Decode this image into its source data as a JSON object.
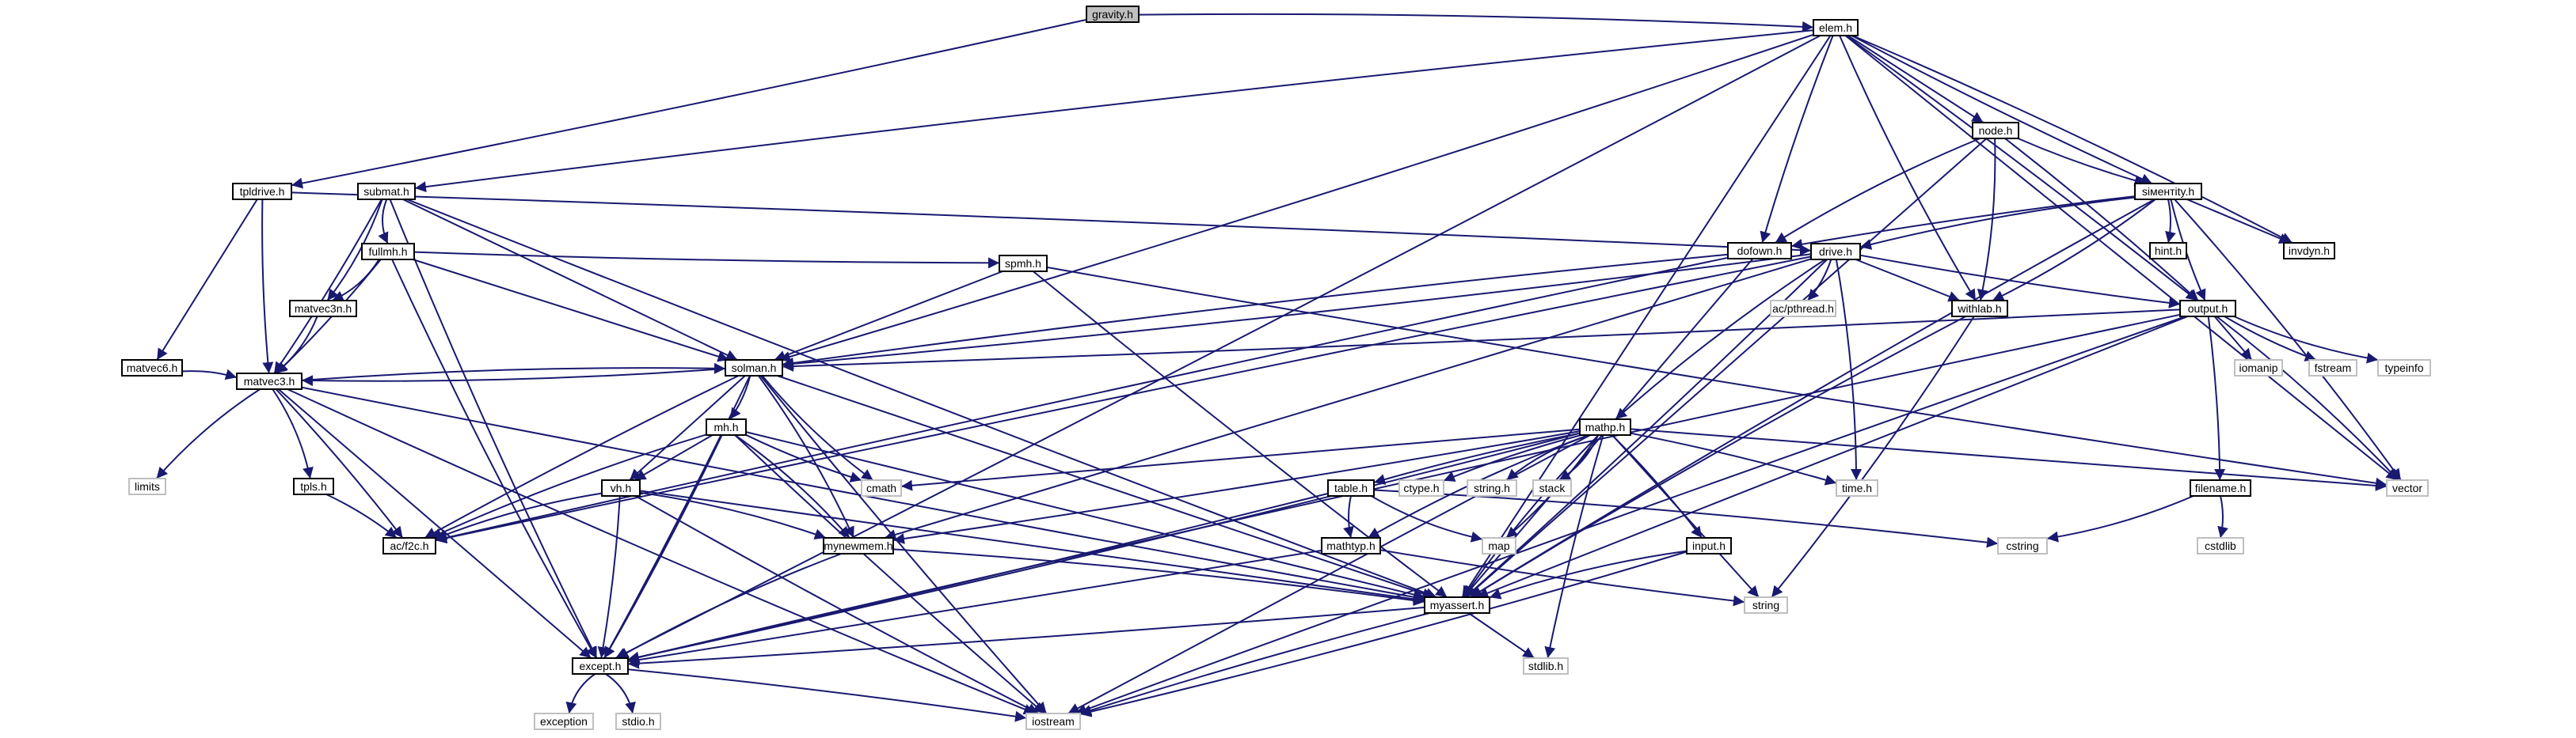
{
  "diagram": {
    "nodes": [
      {
        "id": "gravity_h",
        "label": "gravity.h",
        "kind": "root"
      },
      {
        "id": "elem_h",
        "label": "elem.h",
        "kind": "proj"
      },
      {
        "id": "node_h",
        "label": "node.h",
        "kind": "proj"
      },
      {
        "id": "siment_h",
        "label": "siментity.h",
        "kind": "proj"
      },
      {
        "id": "tpldrive_h",
        "label": "tpldrive.h",
        "kind": "proj"
      },
      {
        "id": "submat_h",
        "label": "submat.h",
        "kind": "proj"
      },
      {
        "id": "fullmh_h",
        "label": "fullmh.h",
        "kind": "proj"
      },
      {
        "id": "matvec3n_h",
        "label": "matvec3n.h",
        "kind": "proj"
      },
      {
        "id": "matvec6_h",
        "label": "matvec6.h",
        "kind": "proj"
      },
      {
        "id": "spmh_h",
        "label": "spmh.h",
        "kind": "proj"
      },
      {
        "id": "solman_h",
        "label": "solman.h",
        "kind": "proj"
      },
      {
        "id": "matvec3_h",
        "label": "matvec3.h",
        "kind": "proj"
      },
      {
        "id": "mh_h",
        "label": "mh.h",
        "kind": "proj"
      },
      {
        "id": "vh_h",
        "label": "vh.h",
        "kind": "proj"
      },
      {
        "id": "tpls_h",
        "label": "tpls.h",
        "kind": "proj"
      },
      {
        "id": "acf2c_h",
        "label": "ac/f2c.h",
        "kind": "proj"
      },
      {
        "id": "mynewmem_h",
        "label": "mynewmem.h",
        "kind": "proj"
      },
      {
        "id": "except_h",
        "label": "except.h",
        "kind": "proj"
      },
      {
        "id": "myassert_h",
        "label": "myassert.h",
        "kind": "proj"
      },
      {
        "id": "dofown_h",
        "label": "dofown.h",
        "kind": "proj"
      },
      {
        "id": "drive_h",
        "label": "drive.h",
        "kind": "proj"
      },
      {
        "id": "withlab_h",
        "label": "withlab.h",
        "kind": "proj"
      },
      {
        "id": "hint_h",
        "label": "hint.h",
        "kind": "proj"
      },
      {
        "id": "invdyn_h",
        "label": "invdyn.h",
        "kind": "proj"
      },
      {
        "id": "output_h",
        "label": "output.h",
        "kind": "proj"
      },
      {
        "id": "mathp_h",
        "label": "mathp.h",
        "kind": "proj"
      },
      {
        "id": "table_h",
        "label": "table.h",
        "kind": "proj"
      },
      {
        "id": "mathtyp_h",
        "label": "mathtyp.h",
        "kind": "proj"
      },
      {
        "id": "input_h",
        "label": "input.h",
        "kind": "proj"
      },
      {
        "id": "filename_h",
        "label": "filename.h",
        "kind": "proj"
      },
      {
        "id": "acpthread_h",
        "label": "ac/pthread.h",
        "kind": "sys"
      },
      {
        "id": "limits",
        "label": "limits",
        "kind": "sys"
      },
      {
        "id": "cmath",
        "label": "cmath",
        "kind": "sys"
      },
      {
        "id": "ctype_h",
        "label": "ctype.h",
        "kind": "sys"
      },
      {
        "id": "string_h",
        "label": "string.h",
        "kind": "sys"
      },
      {
        "id": "stack",
        "label": "stack",
        "kind": "sys"
      },
      {
        "id": "time_h",
        "label": "time.h",
        "kind": "sys"
      },
      {
        "id": "vector",
        "label": "vector",
        "kind": "sys"
      },
      {
        "id": "map",
        "label": "map",
        "kind": "sys"
      },
      {
        "id": "cstring",
        "label": "cstring",
        "kind": "sys"
      },
      {
        "id": "string",
        "label": "string",
        "kind": "sys"
      },
      {
        "id": "stdlib_h",
        "label": "stdlib.h",
        "kind": "sys"
      },
      {
        "id": "iomanip",
        "label": "iomanip",
        "kind": "sys"
      },
      {
        "id": "fstream",
        "label": "fstream",
        "kind": "sys"
      },
      {
        "id": "typeinfo",
        "label": "typeinfo",
        "kind": "sys"
      },
      {
        "id": "cstdlib",
        "label": "cstdlib",
        "kind": "sys"
      },
      {
        "id": "exception",
        "label": "exception",
        "kind": "sys"
      },
      {
        "id": "stdio_h",
        "label": "stdio.h",
        "kind": "sys"
      },
      {
        "id": "iostream",
        "label": "iostream",
        "kind": "sys"
      }
    ],
    "edges": [
      [
        "gravity_h",
        "elem_h"
      ],
      [
        "gravity_h",
        "tpldrive_h"
      ],
      [
        "elem_h",
        "node_h"
      ],
      [
        "elem_h",
        "siment_h"
      ],
      [
        "elem_h",
        "submat_h"
      ],
      [
        "elem_h",
        "solman_h"
      ],
      [
        "elem_h",
        "except_h"
      ],
      [
        "elem_h",
        "myassert_h"
      ],
      [
        "elem_h",
        "dofown_h"
      ],
      [
        "elem_h",
        "withlab_h"
      ],
      [
        "elem_h",
        "invdyn_h"
      ],
      [
        "elem_h",
        "output_h"
      ],
      [
        "elem_h",
        "vector"
      ],
      [
        "node_h",
        "siment_h"
      ],
      [
        "node_h",
        "dofown_h"
      ],
      [
        "node_h",
        "withlab_h"
      ],
      [
        "node_h",
        "output_h"
      ],
      [
        "node_h",
        "myassert_h"
      ],
      [
        "siment_h",
        "dofown_h"
      ],
      [
        "siment_h",
        "drive_h"
      ],
      [
        "siment_h",
        "withlab_h"
      ],
      [
        "siment_h",
        "hint_h"
      ],
      [
        "siment_h",
        "invdyn_h"
      ],
      [
        "siment_h",
        "output_h"
      ],
      [
        "siment_h",
        "myassert_h"
      ],
      [
        "siment_h",
        "vector"
      ],
      [
        "tpldrive_h",
        "drive_h"
      ],
      [
        "tpldrive_h",
        "matvec6_h"
      ],
      [
        "tpldrive_h",
        "matvec3_h"
      ],
      [
        "submat_h",
        "fullmh_h"
      ],
      [
        "submat_h",
        "matvec3n_h"
      ],
      [
        "submat_h",
        "matvec3_h"
      ],
      [
        "submat_h",
        "solman_h"
      ],
      [
        "submat_h",
        "myassert_h"
      ],
      [
        "submat_h",
        "except_h"
      ],
      [
        "fullmh_h",
        "matvec3n_h"
      ],
      [
        "fullmh_h",
        "matvec3_h"
      ],
      [
        "fullmh_h",
        "solman_h"
      ],
      [
        "fullmh_h",
        "spmh_h"
      ],
      [
        "fullmh_h",
        "except_h"
      ],
      [
        "matvec3n_h",
        "matvec3_h"
      ],
      [
        "matvec6_h",
        "matvec3_h"
      ],
      [
        "spmh_h",
        "solman_h"
      ],
      [
        "spmh_h",
        "myassert_h"
      ],
      [
        "spmh_h",
        "vector"
      ],
      [
        "solman_h",
        "matvec3_h"
      ],
      [
        "solman_h",
        "mh_h"
      ],
      [
        "solman_h",
        "vh_h"
      ],
      [
        "solman_h",
        "acf2c_h"
      ],
      [
        "solman_h",
        "cmath"
      ],
      [
        "solman_h",
        "mynewmem_h"
      ],
      [
        "solman_h",
        "except_h"
      ],
      [
        "solman_h",
        "myassert_h"
      ],
      [
        "solman_h",
        "iostream"
      ],
      [
        "matvec3_h",
        "limits"
      ],
      [
        "matvec3_h",
        "tpls_h"
      ],
      [
        "matvec3_h",
        "acf2c_h"
      ],
      [
        "matvec3_h",
        "except_h"
      ],
      [
        "matvec3_h",
        "myassert_h"
      ],
      [
        "matvec3_h",
        "iostream"
      ],
      [
        "matvec3_h",
        "solman_h"
      ],
      [
        "tpls_h",
        "acf2c_h"
      ],
      [
        "mh_h",
        "vh_h"
      ],
      [
        "mh_h",
        "cmath"
      ],
      [
        "mh_h",
        "acf2c_h"
      ],
      [
        "mh_h",
        "mynewmem_h"
      ],
      [
        "mh_h",
        "except_h"
      ],
      [
        "mh_h",
        "myassert_h"
      ],
      [
        "mh_h",
        "iostream"
      ],
      [
        "vh_h",
        "acf2c_h"
      ],
      [
        "vh_h",
        "mynewmem_h"
      ],
      [
        "vh_h",
        "except_h"
      ],
      [
        "vh_h",
        "myassert_h"
      ],
      [
        "vh_h",
        "iostream"
      ],
      [
        "mynewmem_h",
        "except_h"
      ],
      [
        "mynewmem_h",
        "myassert_h"
      ],
      [
        "myassert_h",
        "except_h"
      ],
      [
        "myassert_h",
        "stdlib_h"
      ],
      [
        "myassert_h",
        "iostream"
      ],
      [
        "except_h",
        "exception"
      ],
      [
        "except_h",
        "stdio_h"
      ],
      [
        "except_h",
        "iostream"
      ],
      [
        "dofown_h",
        "myassert_h"
      ],
      [
        "dofown_h",
        "acf2c_h"
      ],
      [
        "dofown_h",
        "solman_h"
      ],
      [
        "drive_h",
        "solman_h"
      ],
      [
        "drive_h",
        "acpthread_h"
      ],
      [
        "drive_h",
        "withlab_h"
      ],
      [
        "drive_h",
        "output_h"
      ],
      [
        "drive_h",
        "mathp_h"
      ],
      [
        "drive_h",
        "time_h"
      ],
      [
        "drive_h",
        "myassert_h"
      ],
      [
        "drive_h",
        "mynewmem_h"
      ],
      [
        "drive_h",
        "acf2c_h"
      ],
      [
        "withlab_h",
        "myassert_h"
      ],
      [
        "withlab_h",
        "string"
      ],
      [
        "output_h",
        "solman_h"
      ],
      [
        "output_h",
        "iomanip"
      ],
      [
        "output_h",
        "fstream"
      ],
      [
        "output_h",
        "typeinfo"
      ],
      [
        "output_h",
        "vector"
      ],
      [
        "output_h",
        "filename_h"
      ],
      [
        "output_h",
        "myassert_h"
      ],
      [
        "output_h",
        "iostream"
      ],
      [
        "output_h",
        "except_h"
      ],
      [
        "filename_h",
        "cstring"
      ],
      [
        "filename_h",
        "cstdlib"
      ],
      [
        "mathp_h",
        "cmath"
      ],
      [
        "mathp_h",
        "ctype_h"
      ],
      [
        "mathp_h",
        "string_h"
      ],
      [
        "mathp_h",
        "stack"
      ],
      [
        "mathp_h",
        "time_h"
      ],
      [
        "mathp_h",
        "vector"
      ],
      [
        "mathp_h",
        "table_h"
      ],
      [
        "mathp_h",
        "mathtyp_h"
      ],
      [
        "mathp_h",
        "map"
      ],
      [
        "mathp_h",
        "input_h"
      ],
      [
        "mathp_h",
        "string"
      ],
      [
        "mathp_h",
        "stdlib_h"
      ],
      [
        "mathp_h",
        "myassert_h"
      ],
      [
        "mathp_h",
        "except_h"
      ],
      [
        "mathp_h",
        "mynewmem_h"
      ],
      [
        "mathp_h",
        "iostream"
      ],
      [
        "table_h",
        "mathtyp_h"
      ],
      [
        "table_h",
        "map"
      ],
      [
        "table_h",
        "cstring"
      ],
      [
        "table_h",
        "except_h"
      ],
      [
        "mathtyp_h",
        "except_h"
      ],
      [
        "mathtyp_h",
        "string"
      ],
      [
        "input_h",
        "myassert_h"
      ],
      [
        "input_h",
        "iostream"
      ]
    ]
  }
}
